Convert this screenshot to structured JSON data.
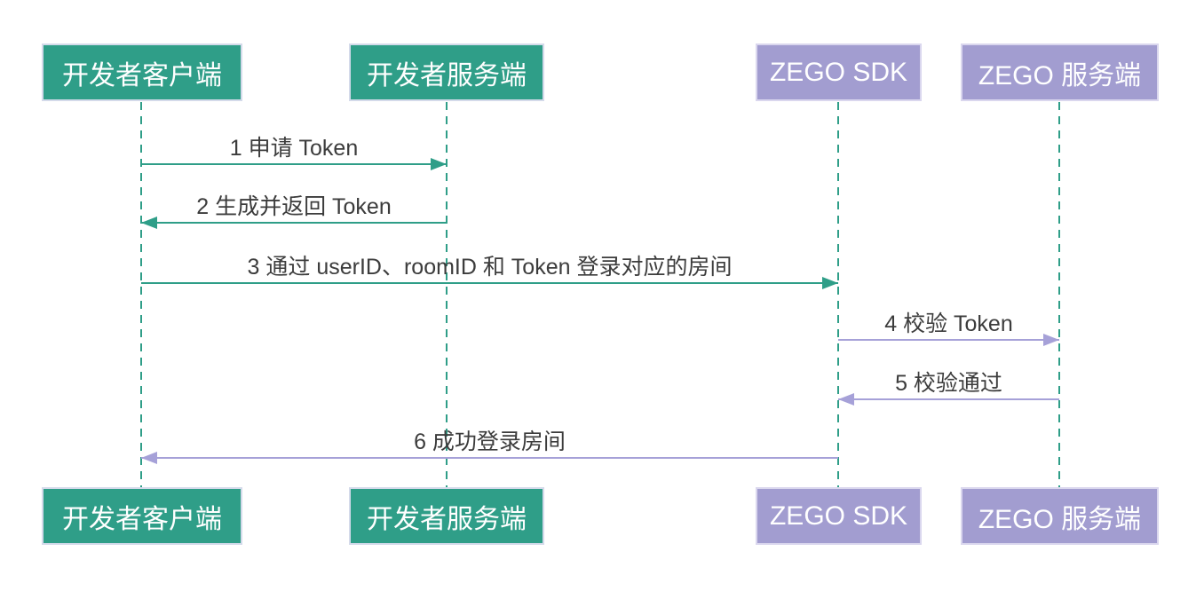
{
  "diagram": {
    "type": "sequence",
    "actors": [
      {
        "label": "开发者客户端",
        "theme": "green"
      },
      {
        "label": "开发者服务端",
        "theme": "green"
      },
      {
        "label": "ZEGO SDK",
        "theme": "purple"
      },
      {
        "label": "ZEGO 服务端",
        "theme": "purple"
      }
    ],
    "messages": [
      {
        "seq": "1",
        "label": "1 申请 Token",
        "from": "开发者客户端",
        "to": "开发者服务端",
        "direction": "right",
        "theme": "green"
      },
      {
        "seq": "2",
        "label": "2 生成并返回 Token",
        "from": "开发者服务端",
        "to": "开发者客户端",
        "direction": "left",
        "theme": "green"
      },
      {
        "seq": "3",
        "label": "3 通过 userID、roomID 和 Token 登录对应的房间",
        "from": "开发者客户端",
        "to": "ZEGO SDK",
        "direction": "right",
        "theme": "green"
      },
      {
        "seq": "4",
        "label": "4 校验 Token",
        "from": "ZEGO SDK",
        "to": "ZEGO 服务端",
        "direction": "right",
        "theme": "purple"
      },
      {
        "seq": "5",
        "label": "5 校验通过",
        "from": "ZEGO 服务端",
        "to": "ZEGO SDK",
        "direction": "left",
        "theme": "purple"
      },
      {
        "seq": "6",
        "label": "6 成功登录房间",
        "from": "ZEGO SDK",
        "to": "开发者客户端",
        "direction": "left",
        "theme": "purple"
      }
    ],
    "colors": {
      "green": "#2F9E88",
      "purple_fill": "#A29DD0",
      "arrow_purple": "#A6A1D8",
      "text": "#3C3C3C",
      "actor_text": "#FFFFFF",
      "background": "#FFFFFF"
    }
  }
}
